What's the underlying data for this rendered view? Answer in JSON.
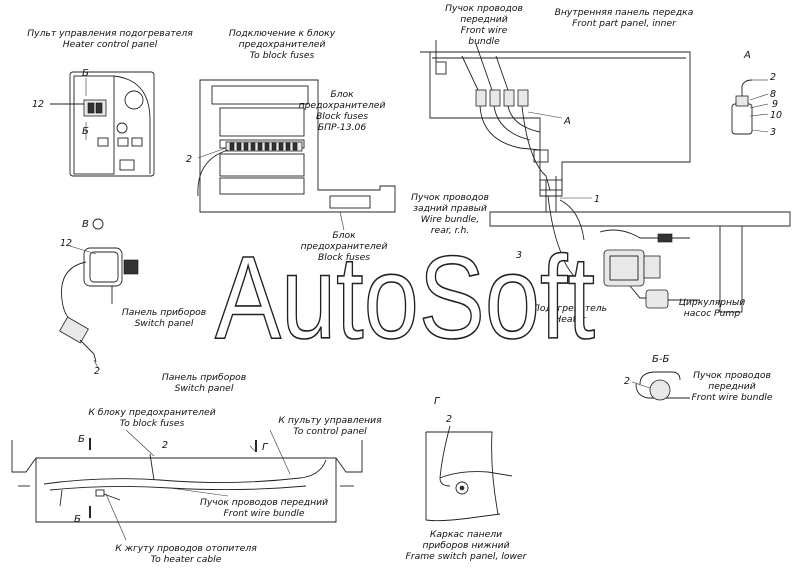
{
  "watermark": "AutoSoft",
  "labels": {
    "heater_panel": [
      "Пульт управления подогревателя",
      "Heater control panel"
    ],
    "fuse_connect": [
      "Подключение к блоку",
      "предохранителей",
      "To block fuses"
    ],
    "front_bundle_top": [
      "Пучок проводов",
      "передний",
      "Front wire",
      "bundle"
    ],
    "front_part_panel": [
      "Внутренняя панель передка",
      "Front part panel, inner"
    ],
    "view_a": "А",
    "block_fuses_1": [
      "Блок",
      "предохранителей",
      "Block fuses",
      "БПР-13.06"
    ],
    "rear_bundle": [
      "Пучок проводов",
      "задний правый",
      "Wire bundle,",
      "rear, r.h."
    ],
    "block_fuses_2": [
      "Блок",
      "предохранителей",
      "Block fuses"
    ],
    "switch_panel_1": [
      "Панель приборов",
      "Switch panel"
    ],
    "heater": [
      "Подогреватель",
      "Heater"
    ],
    "pump": [
      "Циркулярный",
      "насос   Pump"
    ],
    "section_bb": "Б-Б",
    "front_bundle_bb": [
      "Пучок проводов",
      "передний",
      "Front wire bundle"
    ],
    "switch_panel_2": [
      "Панель приборов",
      "Switch panel"
    ],
    "to_fuses": [
      "К блоку предохранителей",
      "To    block fuses"
    ],
    "to_control": [
      "К пульту управления",
      "To control panel"
    ],
    "front_bundle_bottom": [
      "Пучок проводов передний",
      "Front wire bundle"
    ],
    "to_heater_cable": [
      "К жгуту проводов отопителя",
      "To heater cable"
    ],
    "frame_panel": [
      "Каркас панели",
      "приборов нижний",
      "Frame switch panel, lower"
    ],
    "view_g": "Г",
    "view_v": "В",
    "view_b": "Б"
  },
  "callouts": {
    "n12": "12",
    "n2": "2",
    "n1": "1",
    "n3": "3",
    "n8": "8",
    "n9": "9",
    "n10": "10"
  }
}
